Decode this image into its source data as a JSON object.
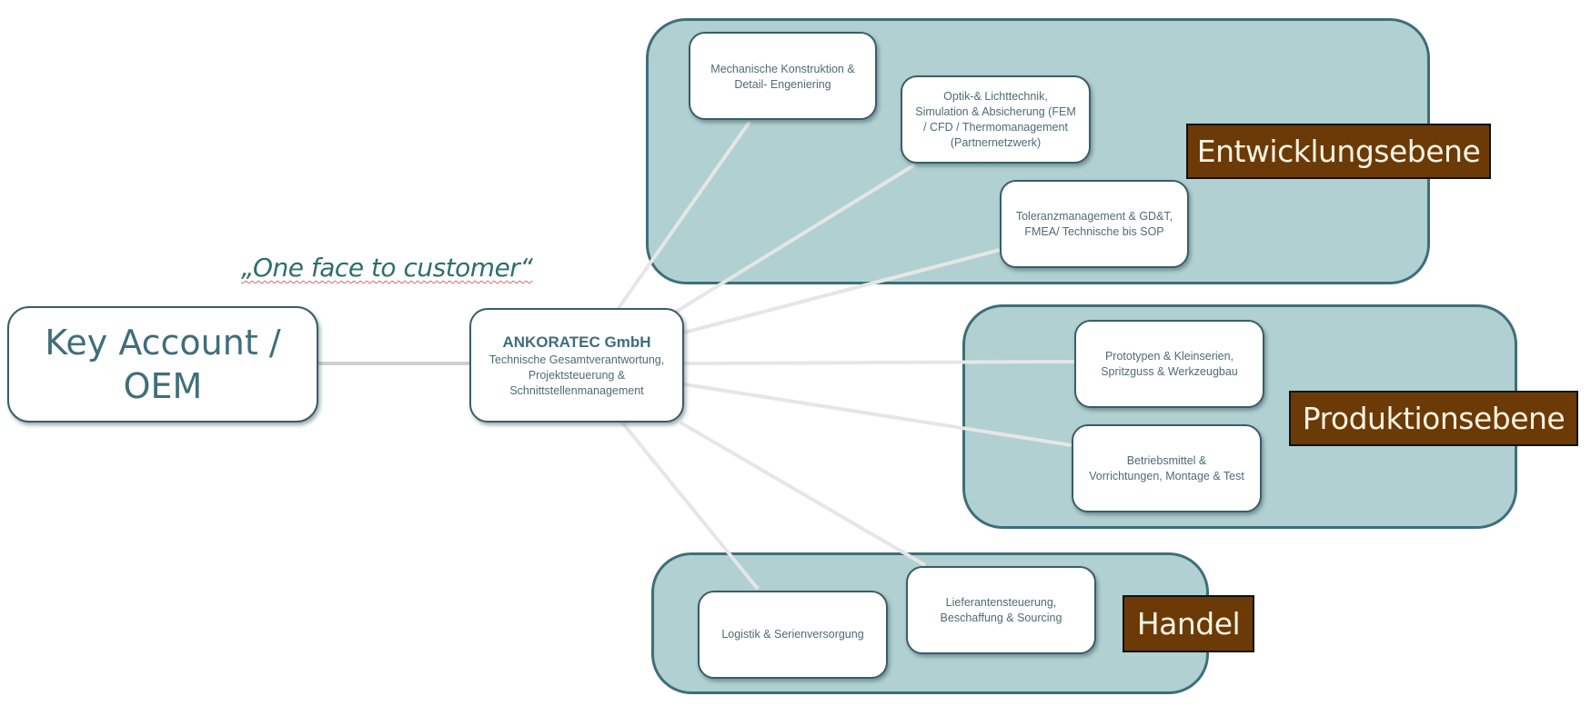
{
  "tagline": "„One face to customer“",
  "key_account": {
    "label": "Key Account /\nOEM"
  },
  "hub": {
    "title": "ANKORATEC GmbH",
    "subtitle": "Technische Gesamtverantwortung,\nProjektsteuerung &\nSchnittstellenmanagement"
  },
  "groups": {
    "entwicklung": {
      "label": "Entwicklungsebene",
      "nodes": [
        "Mechanische Konstruktion &\nDetail- Engeniering",
        "Optik-& Lichttechnik,\nSimulation & Absicherung (FEM\n/ CFD / Thermomanagement\n(Partnernetzwerk)",
        "Toleranzmanagement & GD&T,\nFMEA/ Technische bis SOP"
      ]
    },
    "produktion": {
      "label": "Produktionsebene",
      "nodes": [
        "Prototypen & Kleinserien,\nSpritzguss & Werkzeugbau",
        "Betriebsmittel &\nVorrichtungen, Montage & Test"
      ]
    },
    "handel": {
      "label": "Handel",
      "nodes": [
        "Logistik & Serienversorgung",
        "Lieferantensteuerung,\nBeschaffung & Sourcing"
      ]
    }
  },
  "colors": {
    "container_fill": "#b0d0d2",
    "container_border": "#3e6e7a",
    "label_fill": "#6b3a07",
    "label_text": "#fbf3e2",
    "link": "#e4e4e4",
    "main_link": "#cfcfcf"
  }
}
